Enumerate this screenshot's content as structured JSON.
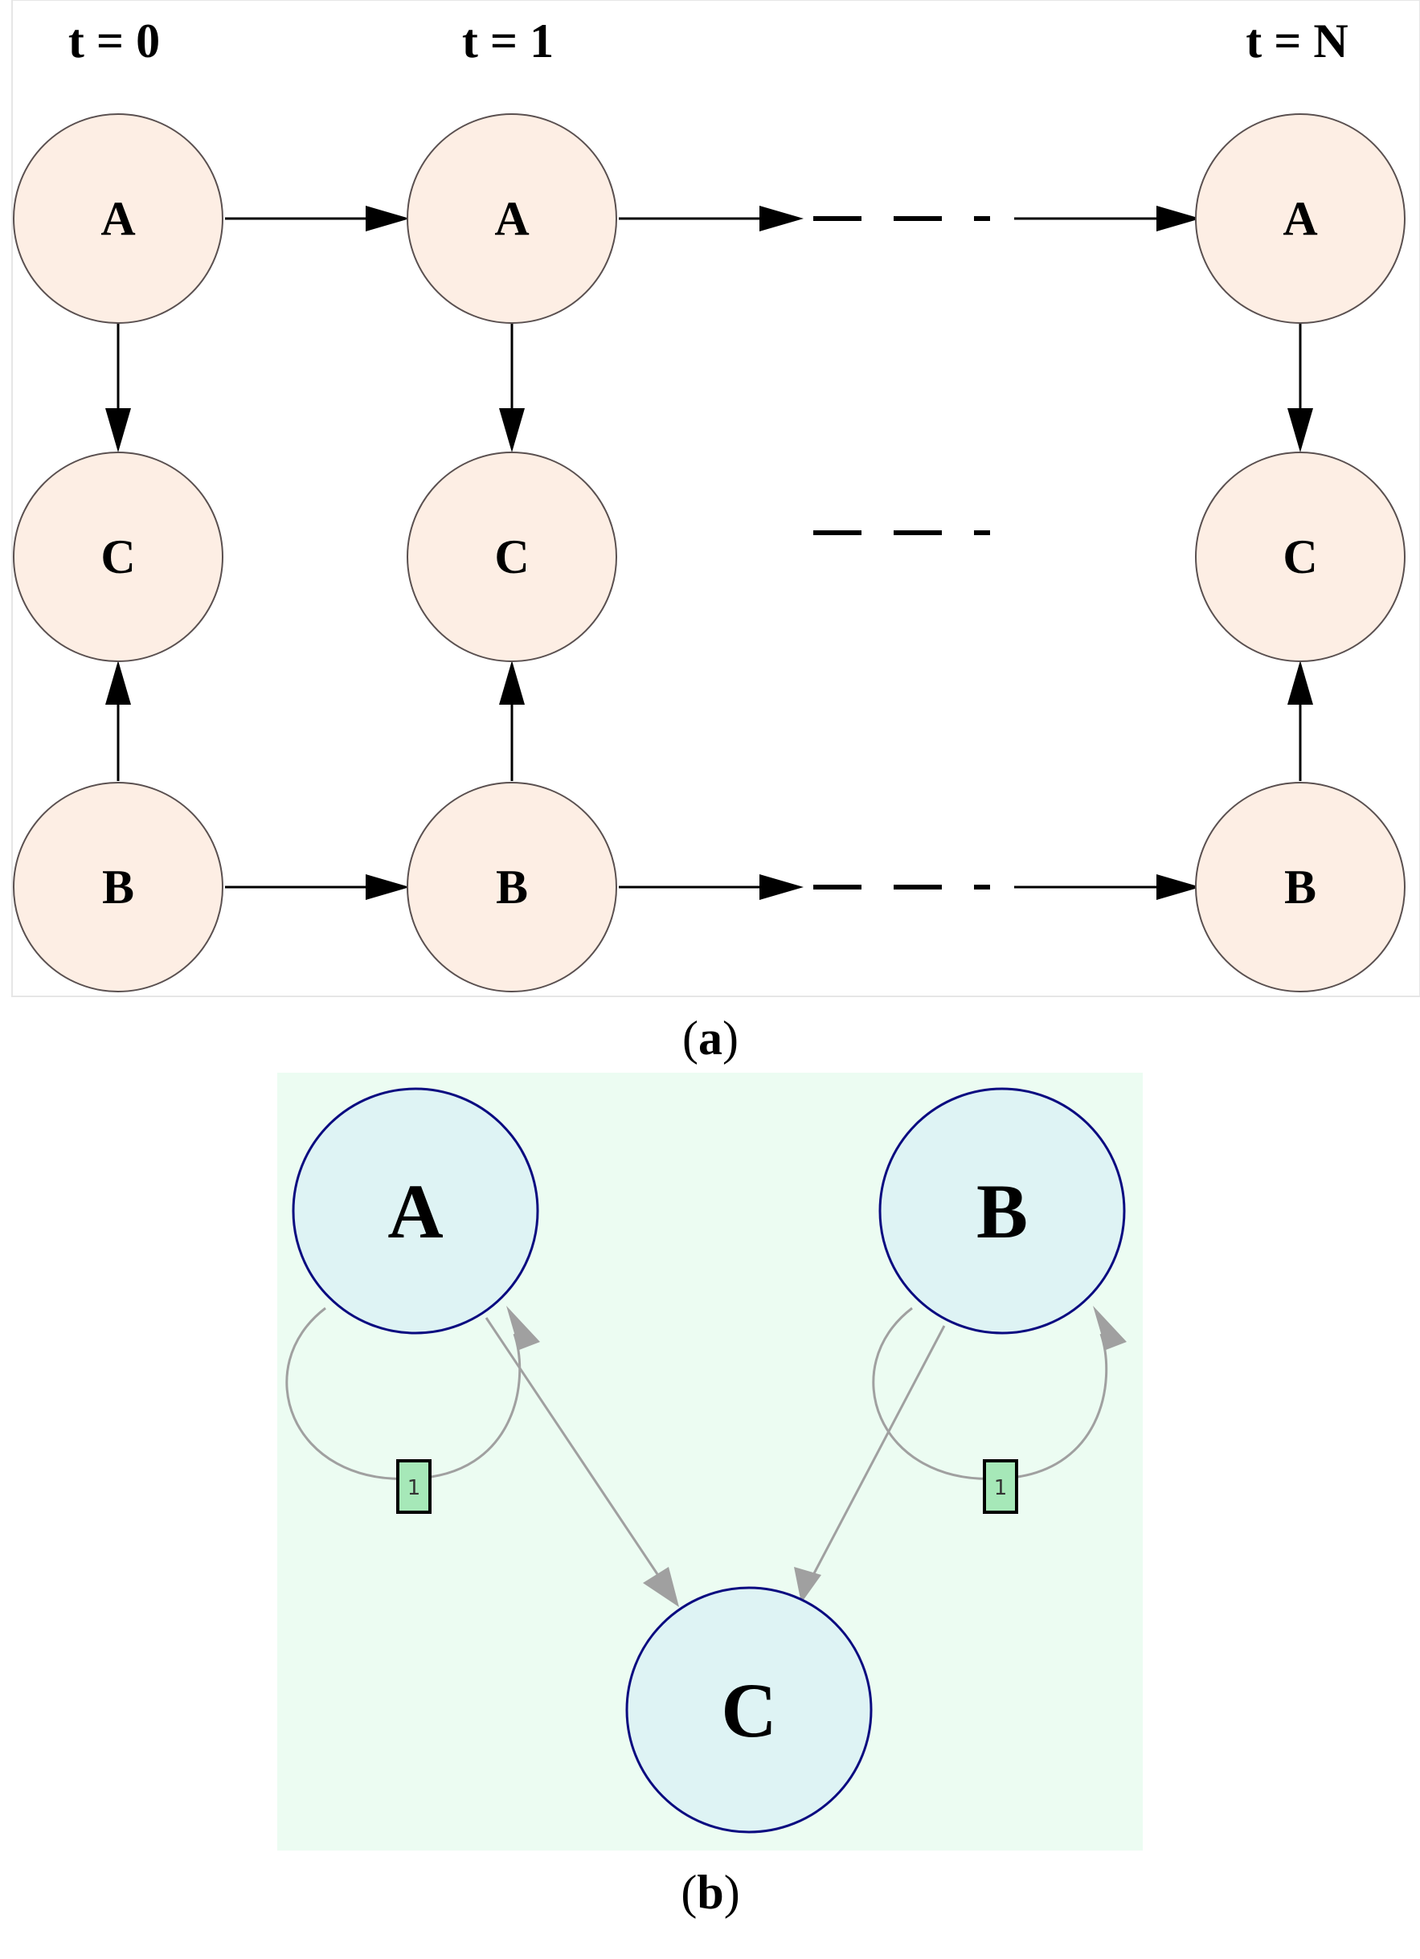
{
  "panel_a": {
    "columns": [
      {
        "id": "t0",
        "time_label": "t = 0",
        "nodes": {
          "top": "A",
          "middle": "C",
          "bottom": "B"
        }
      },
      {
        "id": "t1",
        "time_label": "t = 1",
        "nodes": {
          "top": "A",
          "middle": "C",
          "bottom": "B"
        }
      },
      {
        "id": "tN",
        "time_label": "t = N",
        "nodes": {
          "top": "A",
          "middle": "C",
          "bottom": "B"
        }
      }
    ],
    "node_fill": "#fdeee4",
    "node_stroke": "#5a5050",
    "caption_letter": "a"
  },
  "panel_b": {
    "background": "#ecfcf2",
    "node_fill": "#def3f4",
    "node_stroke": "#0a0a80",
    "edge_color": "#a0a0a0",
    "nodes": {
      "a": "A",
      "b": "B",
      "c": "C"
    },
    "self_loop_weights": {
      "a": "1",
      "b": "1"
    },
    "weight_box_fill": "#a6e8b8",
    "caption_letter": "b"
  }
}
